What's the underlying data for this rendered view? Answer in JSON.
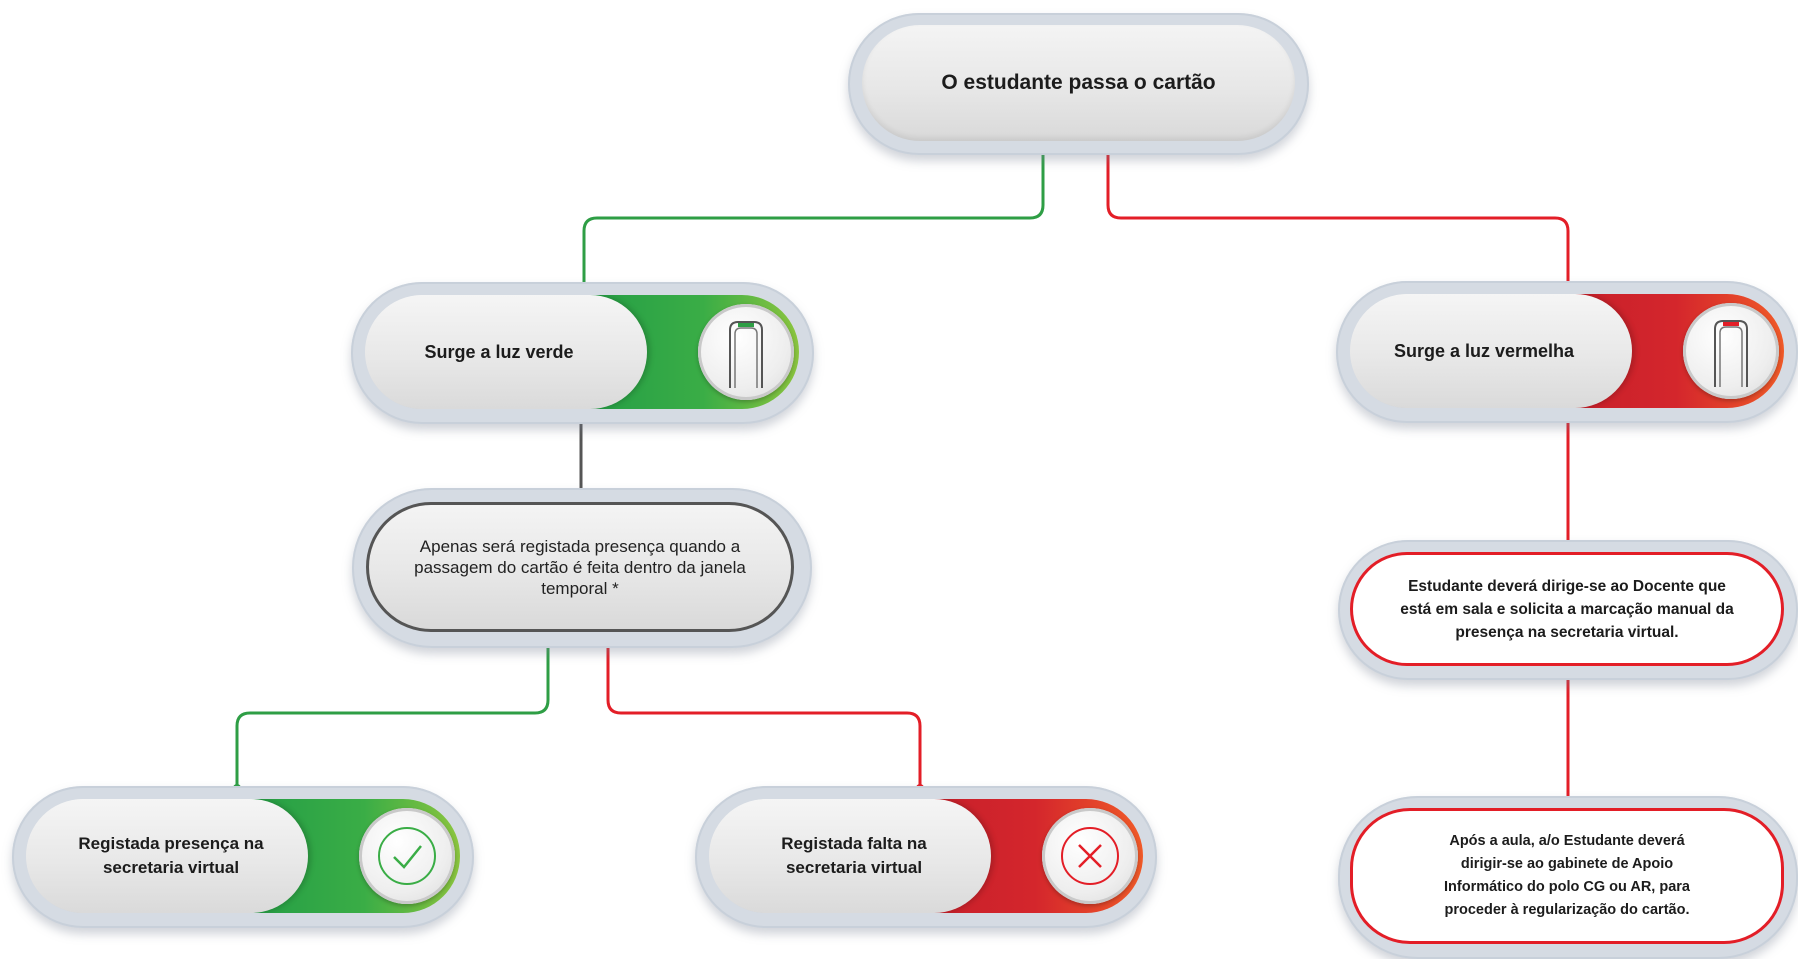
{
  "nodes": {
    "start": "O estudante passa o cartão",
    "green_light": "Surge a luz verde",
    "red_light": "Surge a luz vermelha",
    "condition": "Apenas será registada presença quando a passagem do cartão é feita dentro da janela temporal *",
    "presence": "Registada presença na secretaria virtual",
    "absence": "Registada falta na secretaria virtual",
    "teacher_step": "Estudante deverá  dirige-se ao Docente que está em sala e solicita a marcação manual  da presença na secretaria virtual.",
    "after_class": "Após a aula, a/o Estudante deverá dirigir-se ao gabinete de Apoio Informático do polo CG ou AR, para proceder à regularização do cartão."
  },
  "icons": {
    "green_card_reader": "card-reader-green-icon",
    "red_card_reader": "card-reader-red-icon",
    "check": "check-circle-icon",
    "cross": "x-circle-icon"
  },
  "colors": {
    "green": "#2e9e45",
    "red": "#e31e27",
    "gray_line": "#555555",
    "pill_bg": "#e4e4e4",
    "pill_border": "#d5dbe3"
  }
}
